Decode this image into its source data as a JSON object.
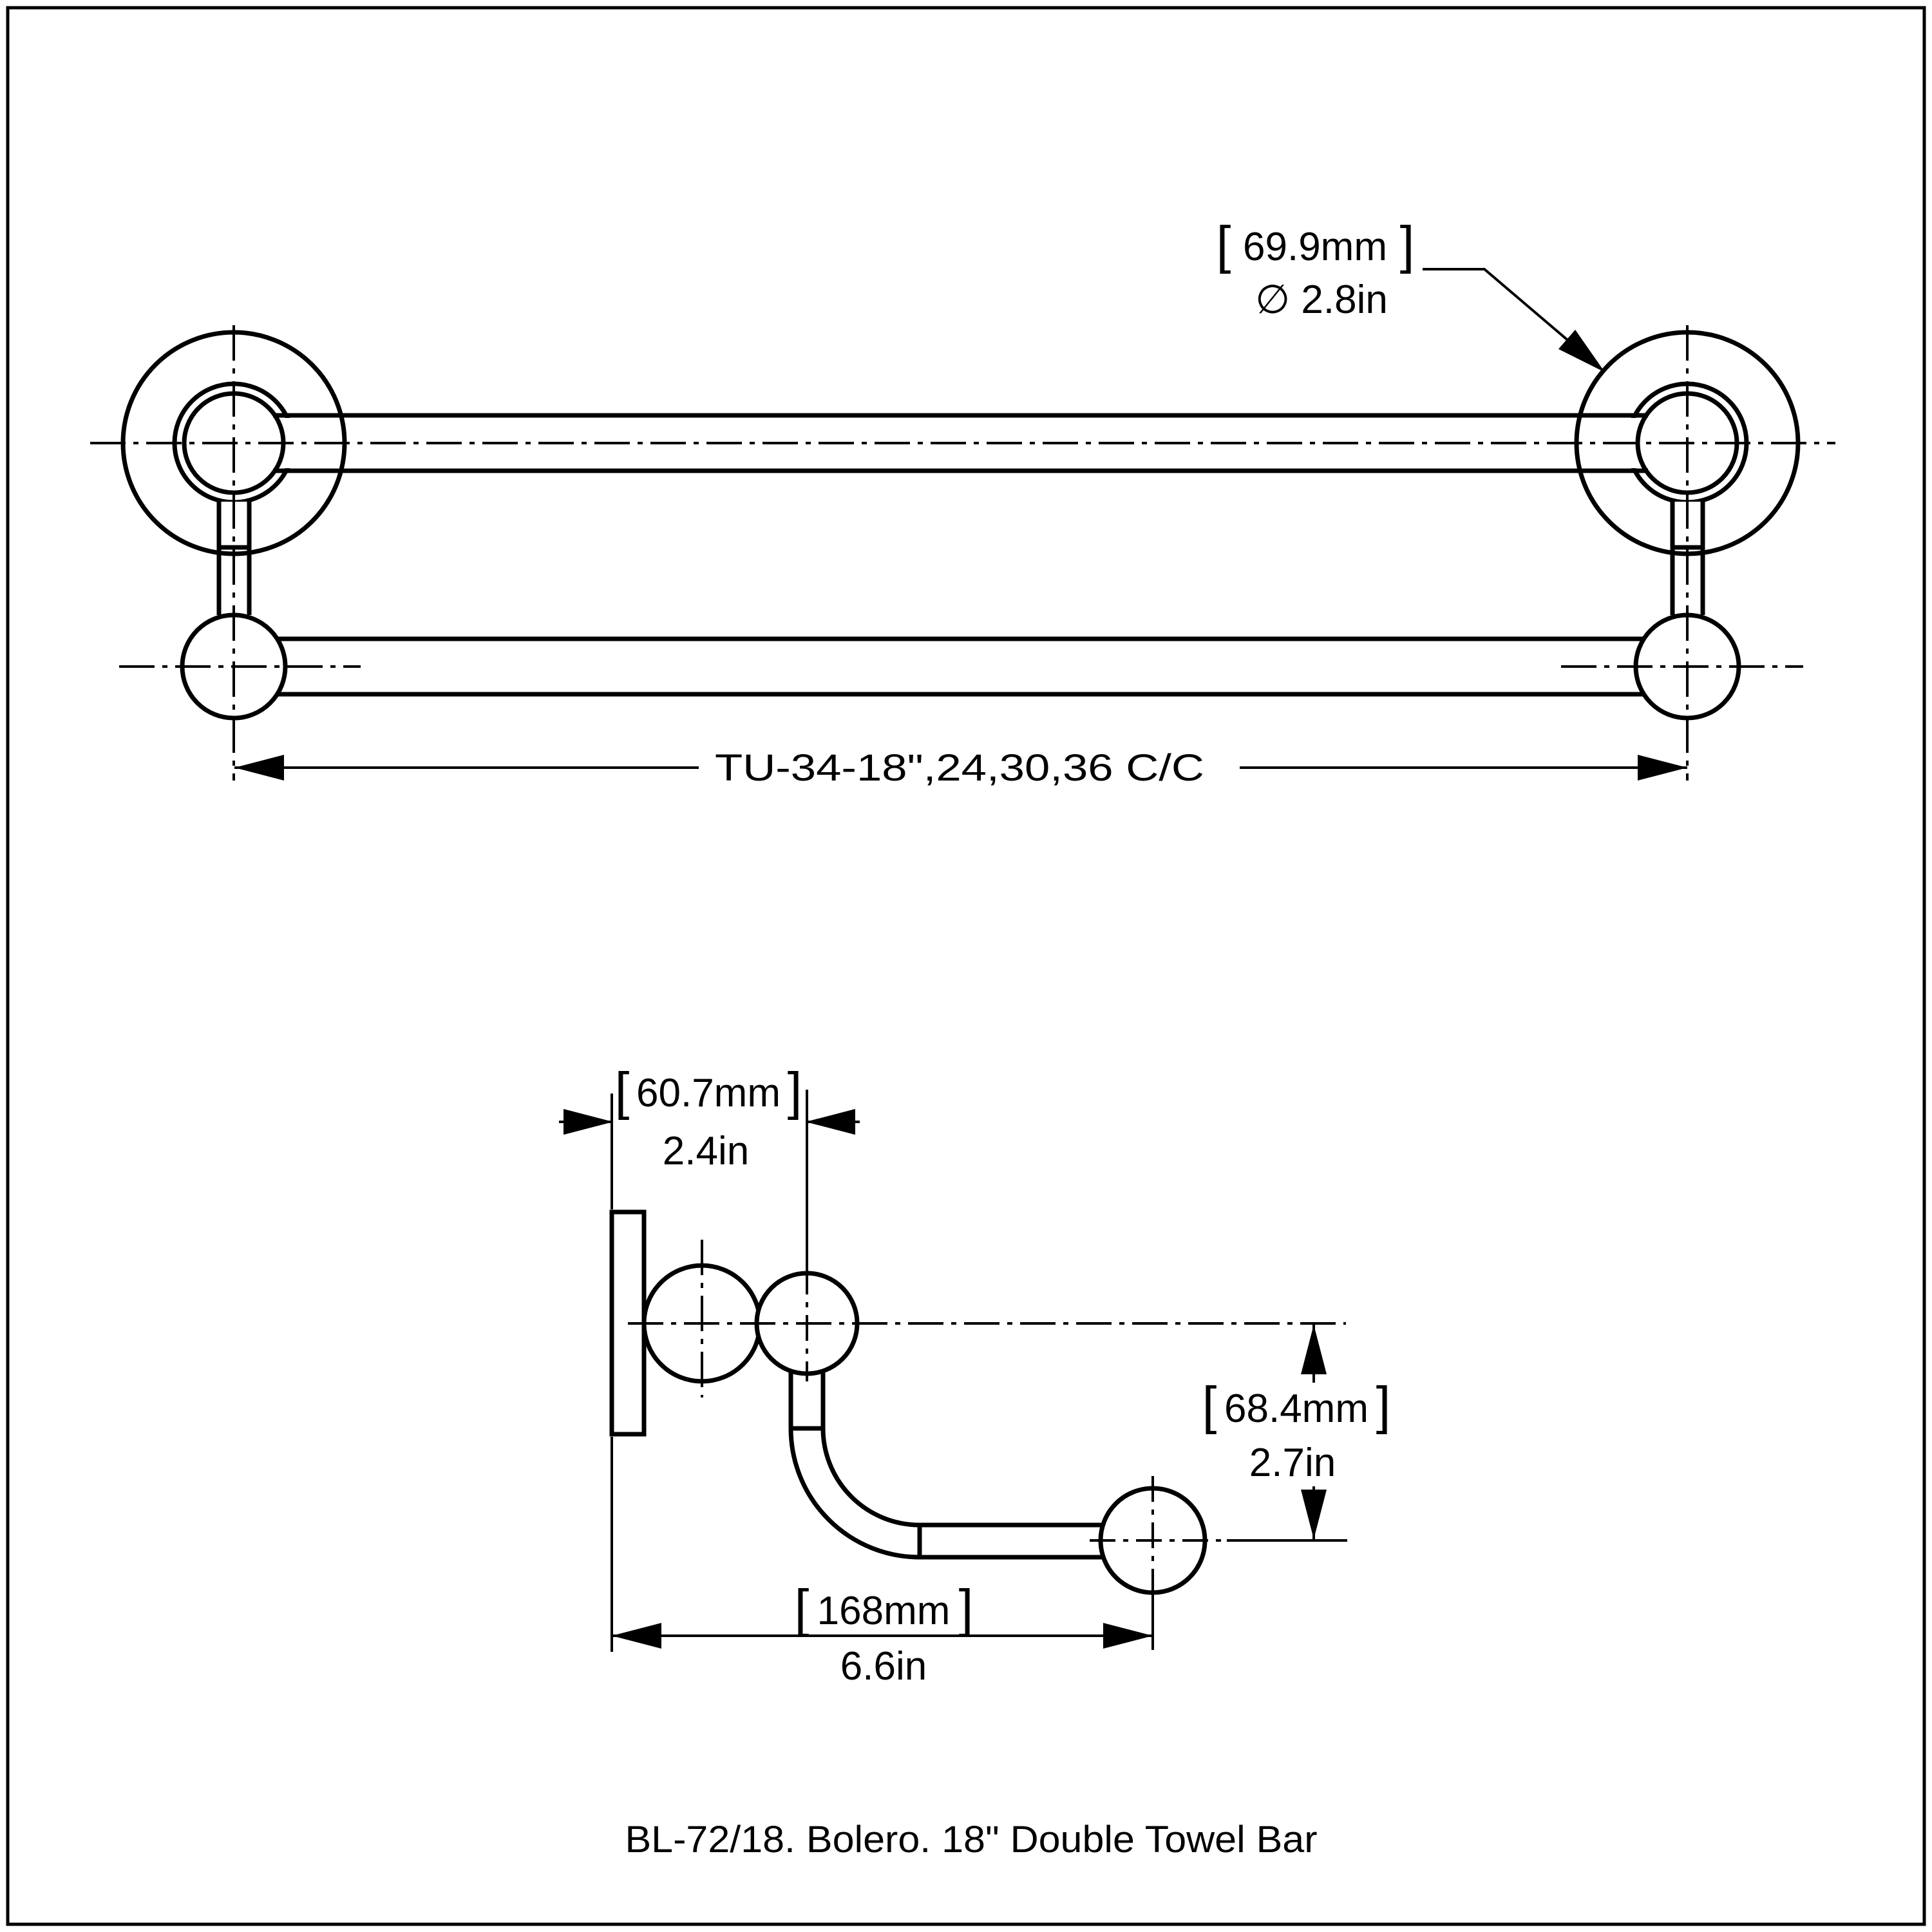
{
  "colors": {
    "line": "#000000",
    "background": "#ffffff"
  },
  "caption": "BL-72/18. Bolero. 18\" Double Towel Bar",
  "front_view": {
    "cc_label": "TU-34-18\",24,30,36 C/C",
    "diameter": {
      "left_bracket": "[",
      "metric": "69.9mm",
      "right_bracket": "]",
      "imperial": "∅ 2.8in"
    }
  },
  "side_view": {
    "depth": {
      "left_bracket": "[",
      "metric": "60.7mm",
      "right_bracket": "]",
      "imperial": "2.4in"
    },
    "reach": {
      "left_bracket": "[",
      "metric": "168mm",
      "right_bracket": "]",
      "imperial": "6.6in"
    },
    "height": {
      "left_bracket": "[",
      "metric": "68.4mm",
      "right_bracket": "]",
      "imperial": "2.7in"
    }
  }
}
